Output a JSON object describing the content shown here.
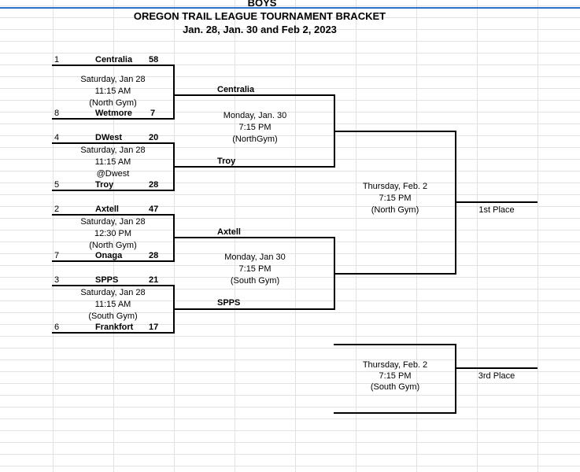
{
  "header": {
    "top": "BOYS",
    "title": "OREGON TRAIL LEAGUE TOURNAMENT BRACKET",
    "dates": "Jan. 28, Jan. 30 and Feb 2, 2023"
  },
  "round1": [
    {
      "top_seed": "1",
      "top_team": "Centralia",
      "top_score": "58",
      "day": "Saturday, Jan 28",
      "time": "11:15 AM",
      "site": "(North Gym)",
      "bot_seed": "8",
      "bot_team": "Wetmore",
      "bot_score": "7"
    },
    {
      "top_seed": "4",
      "top_team": "DWest",
      "top_score": "20",
      "day": "Saturday, Jan 28",
      "time": "11:15 AM",
      "site": "@Dwest",
      "bot_seed": "5",
      "bot_team": "Troy",
      "bot_score": "28"
    },
    {
      "top_seed": "2",
      "top_team": "Axtell",
      "top_score": "47",
      "day": "Saturday, Jan 28",
      "time": "12:30 PM",
      "site": "(North Gym)",
      "bot_seed": "7",
      "bot_team": "Onaga",
      "bot_score": "28"
    },
    {
      "top_seed": "3",
      "top_team": "SPPS",
      "top_score": "21",
      "day": "Saturday, Jan 28",
      "time": "11:15 AM",
      "site": "(South Gym)",
      "bot_seed": "6",
      "bot_team": "Frankfort",
      "bot_score": "17"
    }
  ],
  "round2": [
    {
      "top_team": "Centralia",
      "day": "Monday, Jan. 30",
      "time": "7:15 PM",
      "site": "(NorthGym)",
      "bot_team": "Troy"
    },
    {
      "top_team": "Axtell",
      "day": "Monday, Jan 30",
      "time": "7:15 PM",
      "site": "(South Gym)",
      "bot_team": "SPPS"
    }
  ],
  "final": {
    "day": "Thursday, Feb. 2",
    "time": "7:15 PM",
    "site": "(North Gym)",
    "result": "1st Place"
  },
  "third": {
    "day": "Thursday, Feb. 2",
    "time": "7:15 PM",
    "site": "(South Gym)",
    "result": "3rd Place"
  }
}
